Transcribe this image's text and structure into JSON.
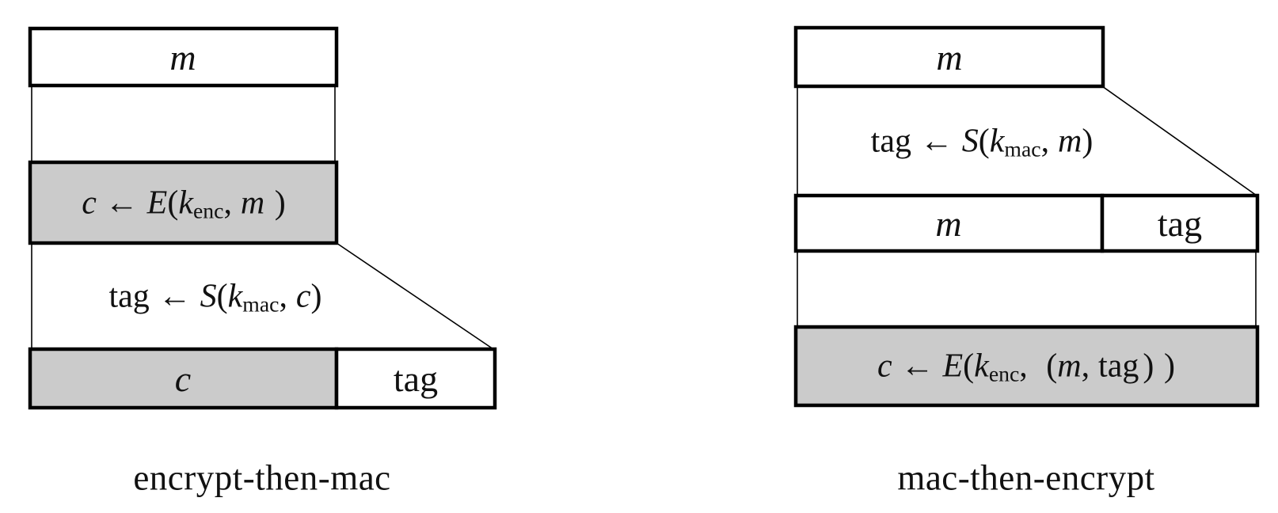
{
  "colors": {
    "box_gray": "#cbcbcb",
    "box_white": "#ffffff",
    "line": "#000000",
    "background": "#ffffff"
  },
  "left": {
    "caption": "encrypt-then-mac",
    "message_label": "m",
    "enc_formula": {
      "lhs": "c",
      "arrow": "←",
      "fn": "E",
      "lp": "(",
      "k": "k",
      "sub": "enc",
      "comma": ",",
      "arg": "m",
      "rp": ")"
    },
    "sign_formula": {
      "lhs": "tag",
      "arrow": "←",
      "fn": "S",
      "lp": "(",
      "k": "k",
      "sub": "mac",
      "comma": ",",
      "arg": "c",
      "rp": ")"
    },
    "output_c_label": "c",
    "output_tag_label": "tag"
  },
  "right": {
    "caption": "mac-then-encrypt",
    "message_label": "m",
    "sign_formula": {
      "lhs": "tag",
      "arrow": "←",
      "fn": "S",
      "lp": "(",
      "k": "k",
      "sub": "mac",
      "comma": ",",
      "arg": "m",
      "rp": ")"
    },
    "row_m_label": "m",
    "row_tag_label": "tag",
    "enc_formula": {
      "lhs": "c",
      "arrow": "←",
      "fn": "E",
      "lp": "(",
      "k": "k",
      "sub": "enc",
      "comma": ",",
      "arg_lp": "(",
      "arg_m": "m",
      "arg_comma": ",",
      "arg_tag": "tag",
      "arg_rp": ")",
      "rp": ")"
    }
  }
}
